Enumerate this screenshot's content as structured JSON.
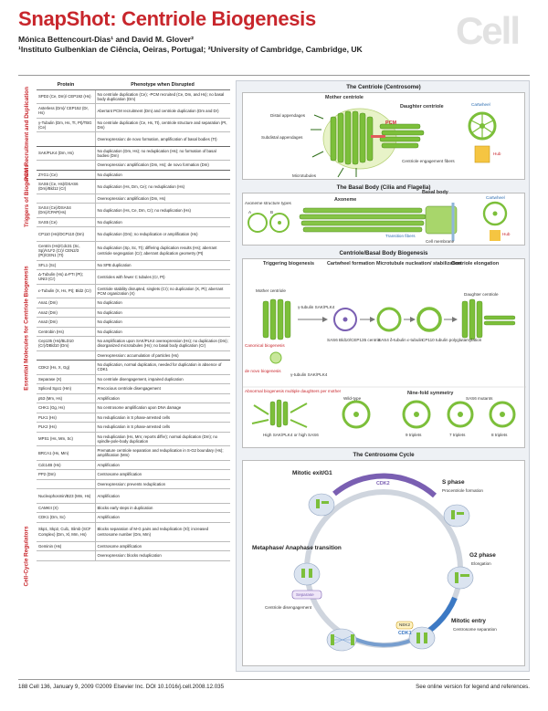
{
  "header": {
    "title": "SnapShot: Centriole Biogenesis",
    "authors": "Mónica Bettencourt-Dias¹ and David M. Glover²",
    "affiliations": "¹Instituto Gulbenkian de Ciência, Oeiras, Portugal; ²University of Cambridge, Cambridge, UK",
    "logo": "Cell"
  },
  "table": {
    "col_protein": "Protein",
    "col_phenotype": "Phenotype when Disrupted",
    "categories": [
      "PCM Recruitment and Duplication",
      "Triggers of Biogenesis",
      "Essential Molecules for Centriole Biogenesis",
      "Cell-Cycle Regulators"
    ],
    "rows": [
      {
        "p": "SPD2 (Ce, Dm)/ CEP192 (Hs)",
        "ph": "No centriole duplication (Ce); -PCM recruited (Ce, Dm, and Hs); no basal body duplication (Dm)"
      },
      {
        "p": "Asterless (Dm)/ CEP152 (Dr, Hs)",
        "ph": "Aberrant PCM recruitment (Dm) and centriole duplication (Dm and Dr)"
      },
      {
        "p": "γ-Tubulin (Dm, Hs, Tt, Pt)/TBG (Ce)",
        "ph": "No centriole duplication (Ce, Hs, Tt), centriole structure and separation (Pt, Dm)"
      },
      {
        "p": "",
        "ph": "Overexpression: de novo formation, amplification of basal bodies (Tt)"
      },
      {
        "p": "SAK/PLK4 (Dm, Hs)",
        "ph": "No duplication (Dm, Hs); no reduplication (Hs); no formation of basal bodies (Dm)"
      },
      {
        "p": "",
        "ph": "Overexpression: amplification (Dm, Hs); de novo formation (Dm)"
      },
      {
        "p": "ZYG1 (Ce)",
        "ph": "No duplication"
      },
      {
        "p": "SAS6 (Ce, Hs)/DSAS6 (Dm)/Bld12 (Cr)",
        "ph": "No duplication (Hs, Dm, Ce); no reduplication (Hs)"
      },
      {
        "p": "",
        "ph": "Overexpression: amplification (Dm, Hs)"
      },
      {
        "p": "SAS4 (Ce)/DSAS4 (Dm)/CPAP(Hs)",
        "ph": "No duplication (Hs, Ce, Dm, Cr); no reduplication (Hs)"
      },
      {
        "p": "SAS5 (Ce)",
        "ph": "No duplication"
      },
      {
        "p": "CP110 (Hs)/DCP110 (Dm)",
        "ph": "No duplication (Dm); no reduplication or amplification (Hs)"
      },
      {
        "p": "Centrin (Hs)/Cdc31 (Sc, Sp)/VLF2 (Cr)/ CEN2/3 (Pt)/CEN1 (Tt)",
        "ph": "No duplication (Sp, Sc, Tt); differing duplication results (Hs); aberrant centriole segregation (Cr); aberrant duplication geometry (Pt)"
      },
      {
        "p": "SFL1 (Sc)",
        "ph": "No SPB duplication"
      },
      {
        "p": "Δ-Tubulin (Hs) Δ-PTI (Pt); UNI3 (Cr)",
        "ph": "Centrioles with fewer C tubules (Cr, Pt)"
      },
      {
        "p": "ε-Tubulin (X, Hs, Pt); Bld2 (Cr)",
        "ph": "Centriole stability disrupted, singlets (Cr); no duplication (X, Pt); aberrant PCM organization (X)"
      },
      {
        "p": "Ana1 (Dm)",
        "ph": "No duplication"
      },
      {
        "p": "Ana2 (Dm)",
        "ph": "No duplication"
      },
      {
        "p": "Ana3 (Dm)",
        "ph": "No duplication"
      },
      {
        "p": "Centrobin (Hs)",
        "ph": "No duplication"
      },
      {
        "p": "Cep135 (Hs)/BLD10 (Cr)/DBld10 (Dm)",
        "ph": "No amplification upon SAK/PLK4 overexpression (Hs); no duplication (Dm); disorganized microtubules (Hs); no basal body duplication (Cr)"
      },
      {
        "p": "",
        "ph": "Overexpression: accumulation of particles (Hs)"
      },
      {
        "p": "CDK2 (Hs, X, Gg)",
        "ph": "No duplication, normal duplication, needed for duplication in absence of CDK1"
      },
      {
        "p": "Separase (X)",
        "ph": "No centriole disengagement, impaired duplication"
      },
      {
        "p": "Spliced Sgo1 (Hm)",
        "ph": "Precocious centriole disengagement"
      },
      {
        "p": "p53 (Mm, Hs)",
        "ph": "Amplification"
      },
      {
        "p": "CHK1 (Gg, Hs)",
        "ph": "No centrosome amplification upon DNA damage"
      },
      {
        "p": "PLK1 (Hs)",
        "ph": "No reduplication in S phase-arrested cells"
      },
      {
        "p": "PLK2 (Hs)",
        "ph": "No reduplication in S phase-arrested cells"
      },
      {
        "p": "MPS1 (Hs, Mm, Sc)",
        "ph": "No reduplication (Hs, Mm; reports differ); normal duplication (Dm); no spindle-pole-body duplication"
      },
      {
        "p": "BRCA1 (Hs, Mm)",
        "ph": "Premature centriole separation and reduplication in S-G2 boundary (Hs); amplification (Mm)"
      },
      {
        "p": "Cdc14B (Hs)",
        "ph": "Amplification"
      },
      {
        "p": "PP2 (Dm)",
        "ph": "Centrosome amplification"
      },
      {
        "p": "",
        "ph": "Overexpression: prevents reduplication"
      },
      {
        "p": "Nucleophosmin/B23 (Mm, Hs)",
        "ph": "Amplification"
      },
      {
        "p": "CAMKII (X)",
        "ph": "Blocks early steps in duplication"
      },
      {
        "p": "CDK1 (Dm, Sc)",
        "ph": "Amplification"
      },
      {
        "p": "Skp1, Skp2, Cul1, Slimb (SCF Complex) (Dm, Xl, Mm, Hs)",
        "ph": "Blocks separation of M-G pairs and reduplication (Xl); increased centrosome number (Dm, Mm)"
      },
      {
        "p": "Geminin (Hs)",
        "ph": "Centrosome amplification"
      },
      {
        "p": "",
        "ph": "Overexpression: blocks reduplication"
      }
    ]
  },
  "figure": {
    "centriole": {
      "title": "The Centriole (Centrosome)",
      "mother": "Mother centriole",
      "daughter": "Daughter centriole",
      "distal": "Distal appendages",
      "subdistal": "Subdistal appendages",
      "microtubules": "Microtubules",
      "pcm": "PCM",
      "engagement": "Centriole engagement fibers",
      "cartwheel": "Cartwheel",
      "hub": "Hub"
    },
    "basal": {
      "title": "The Basal Body (Cilia and Flagella)",
      "axoneme": "Axoneme",
      "basal_body": "Basal body",
      "structure": "Axoneme structure types",
      "a": "A",
      "b": "B",
      "transition": "Transition fibers",
      "membrane": "Cell membrane",
      "cartwheel": "Cartwheel",
      "hub": "Hub"
    },
    "biogenesis": {
      "title": "Centriole/Basal Body Biogenesis",
      "step1": "Triggering biogenesis",
      "step2": "Cartwheel formation",
      "step3": "Microtubule nucleation/ stabilization",
      "step4": "Centriole elongation",
      "mother": "Mother centriole",
      "daughter": "Daughter centriole",
      "gamma": "γ-tubulin SAK/PLK4",
      "canonical": "Canonical biogenesis",
      "denovo": "de novo biogenesis",
      "gamma2": "γ-tubulin SAK/PLK4",
      "sas6": "SAS6 Bld10/CEP135 centrin",
      "sas4": "SAS4 δ-tubulin ε-tubulin",
      "cp110": "CP110 tubulin polyglutamylation",
      "abnormal": "Abnormal biogenesis multiple daughters per mother",
      "wildtype": "Wild-type",
      "ninefold": "Nine-fold symmetry",
      "sas6mut": "SAS6 mutants",
      "highsak": "High SAK/PLK4 or high SAS6",
      "t9": "9 triplets",
      "t7": "7 triplets",
      "t8": "8 triplets"
    },
    "cycle": {
      "title": "The Centrosome Cycle",
      "mitotic_exit": "Mitotic exit/G1",
      "s_phase": "S phase",
      "procentriole": "Procentriole formation",
      "g2": "G2 phase",
      "elongation": "Elongation",
      "mitotic_entry": "Mitotic entry",
      "sep": "Centrosome separation",
      "meta": "Metaphase/ Anaphase transition",
      "diseng": "Centriole disengagement",
      "separase": "Separase",
      "cdk2": "CDK2",
      "cdk1": "CDK1",
      "nek2": "NEK2"
    }
  },
  "footer": {
    "left": "188  Cell 136, January 9, 2009 ©2009 Elsevier Inc.   DOI 10.1016/j.cell.2008.12.035",
    "right": "See online version for legend and references."
  }
}
